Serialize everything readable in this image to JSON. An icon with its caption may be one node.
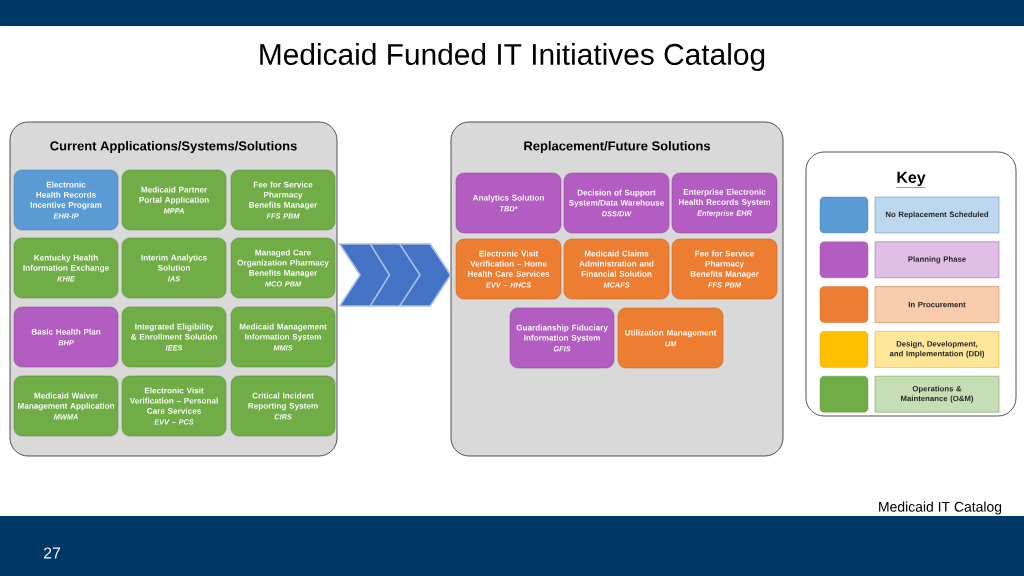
{
  "diagram": {
    "title": "Medicaid Funded IT Initiatives Catalog",
    "nodes": [
      {
        "text": [
          "Current Applications/Systems/Solutions"
        ]
      },
      {
        "text": [
          "Electronic Health Records Incentive Program",
          "EHR-IP"
        ],
        "in": 0
      },
      {
        "text": [
          "Medicaid Partner Portal Application",
          "MPPA"
        ],
        "in": 0
      },
      {
        "text": [
          "Fee for Service Pharmacy Benefits Manager",
          "FFS PBM"
        ],
        "in": 0
      },
      {
        "text": [
          "Kentucky Health Information Exchange",
          "KHIE"
        ],
        "in": 0
      },
      {
        "text": [
          "Interim Analytics Solution",
          "IAS"
        ],
        "in": 0
      },
      {
        "text": [
          "Managed Care Organization Pharmacy Benefits Manager",
          "MCO PBM"
        ],
        "in": 0
      },
      {
        "text": [
          "Basic Health Plan",
          "BHP"
        ],
        "in": 0
      },
      {
        "text": [
          "Integrated Eligibility & Enrollment Solution",
          "IEES"
        ],
        "in": 0
      },
      {
        "text": [
          "Medicaid Management Information System",
          "MMIS"
        ],
        "in": 0
      },
      {
        "text": [
          "Medicaid Waiver Management Application",
          "MWMA"
        ],
        "in": 0
      },
      {
        "text": [
          "Electronic Visit Verification – Personal Care Services",
          "EVV – PCS"
        ],
        "in": 0
      },
      {
        "text": [
          "Critical Incident Reporting System",
          "CIRS"
        ],
        "in": 0
      },
      {
        "text": [
          "Replacement/Future Solutions"
        ]
      },
      {
        "text": [
          "Analytics Solution",
          "TBD*"
        ],
        "in": 13
      },
      {
        "text": [
          "Decision of Support System/Data Warehouse",
          "DSS/DW"
        ],
        "in": 13
      },
      {
        "text": [
          "Enterprise Electronic Health Records System",
          "Enterprise EHR"
        ],
        "in": 13
      },
      {
        "text": [
          "Electronic Visit Verification – Home Health Care Services",
          "EVV – HHCS"
        ],
        "in": 13
      },
      {
        "text": [
          "Medicaid Claims Administration and Financial Solution",
          "MCAFS"
        ],
        "in": 13
      },
      {
        "text": [
          "Fee for Service Pharmacy Benefits Manager",
          "FFS PBM"
        ],
        "in": 13
      },
      {
        "text": [
          "Guardianship Fiduciary Information System",
          "GFIS"
        ],
        "in": 13
      },
      {
        "text": [
          "Utilization Management",
          "UM"
        ],
        "in": 13
      },
      {
        "text": [
          "Key"
        ]
      }
    ],
    "edges": [
      {
        "from": 0,
        "to": 13,
        "arrow": "to"
      }
    ],
    "labels": [
      "Medicaid IT Catalog",
      "27"
    ],
    "legend": [
      {
        "text": "No Replacement Scheduled",
        "color": "#5b9bd5"
      },
      {
        "text": "Planning Phase",
        "color": "#b35cc1"
      },
      {
        "text": "In Procurement",
        "color": "#ed7d31"
      },
      {
        "text": "Design, Development, and Implementation (DDI)",
        "color": "#ffc000"
      },
      {
        "text": "Operations & Maintenance (O&M)",
        "color": "#70ad47"
      }
    ]
  }
}
